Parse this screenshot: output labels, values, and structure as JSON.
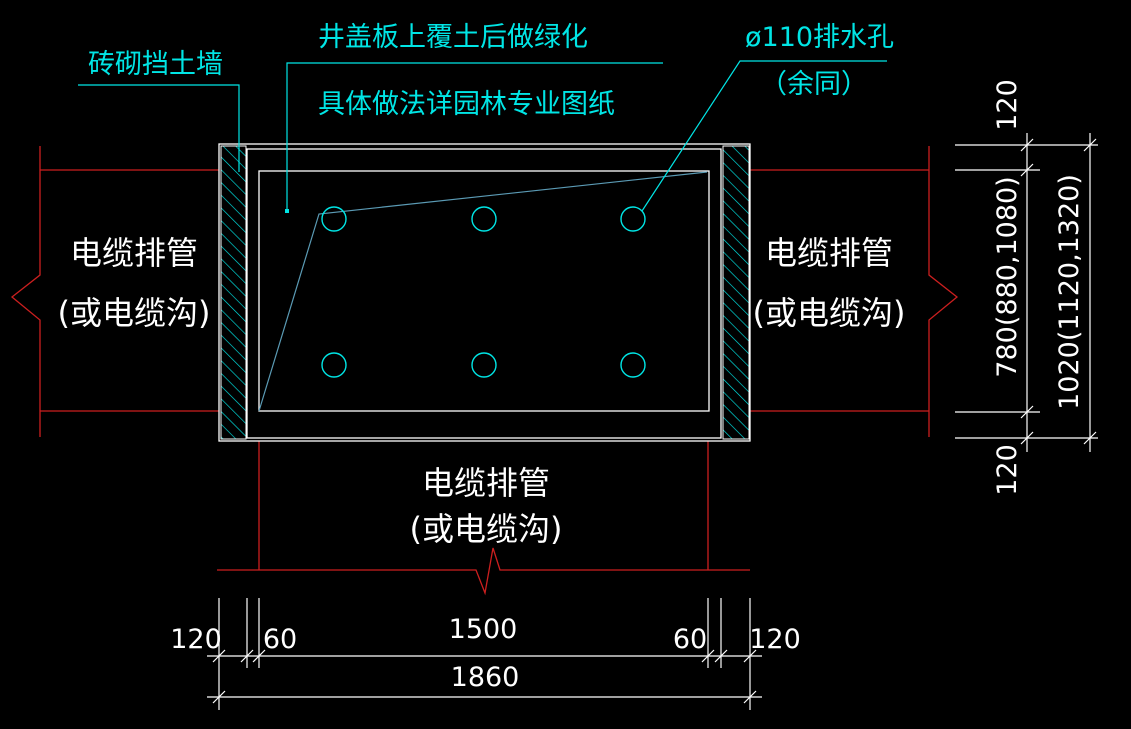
{
  "colors": {
    "background": "#000000",
    "annotation": "#00e5e5",
    "pipe": "#cc1f1f",
    "outline": "#ffffff",
    "slope_line": "#5b9bb5"
  },
  "labels": {
    "wall": "砖砌挡土墙",
    "cover_line1": "井盖板上覆土后做绿化",
    "cover_line2": "具体做法详园林专业图纸",
    "drain_line1": "ø110排水孔",
    "drain_line2": "（余同）",
    "left_pipe_line1": "电缆排管",
    "left_pipe_line2": "(或电缆沟)",
    "right_pipe_line1": "电缆排管",
    "right_pipe_line2": "(或电缆沟)",
    "bottom_pipe_line1": "电缆排管",
    "bottom_pipe_line2": "(或电缆沟)"
  },
  "dimensions": {
    "bottom_row1": [
      "120",
      "60",
      "1500",
      "60",
      "120"
    ],
    "bottom_total": "1860",
    "right_top": "120",
    "right_middle": "780(880,1080)",
    "right_bottom": "120",
    "right_total": "1020(1120,1320)"
  }
}
